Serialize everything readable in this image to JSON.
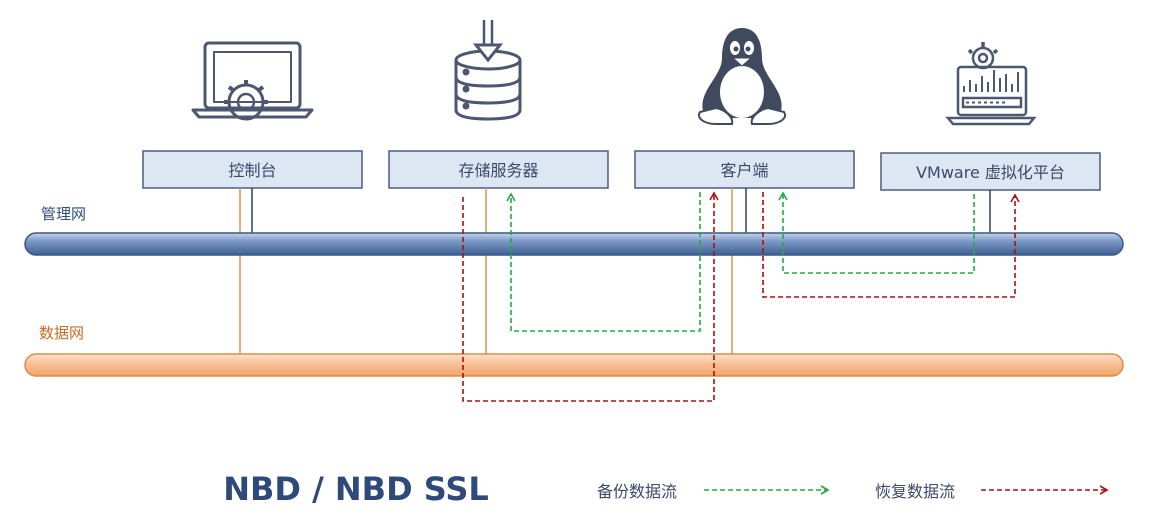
{
  "nodes": {
    "console": {
      "label": "控制台"
    },
    "storage": {
      "label": "存储服务器"
    },
    "client": {
      "label": "客户端"
    },
    "vmware": {
      "label": "VMware 虚拟化平台"
    }
  },
  "networks": {
    "management": {
      "label": "管理网",
      "color": "#4a6fa5"
    },
    "data": {
      "label": "数据网",
      "color": "#e8924a"
    }
  },
  "title": "NBD / NBD SSL",
  "legend": {
    "backup": {
      "label": "备份数据流",
      "color": "#22aa44"
    },
    "restore": {
      "label": "恢复数据流",
      "color": "#aa1111"
    }
  },
  "icons": {
    "console": "laptop-gear-icon",
    "storage": "database-download-icon",
    "client": "linux-penguin-icon",
    "vmware": "laptop-chart-gear-icon"
  }
}
